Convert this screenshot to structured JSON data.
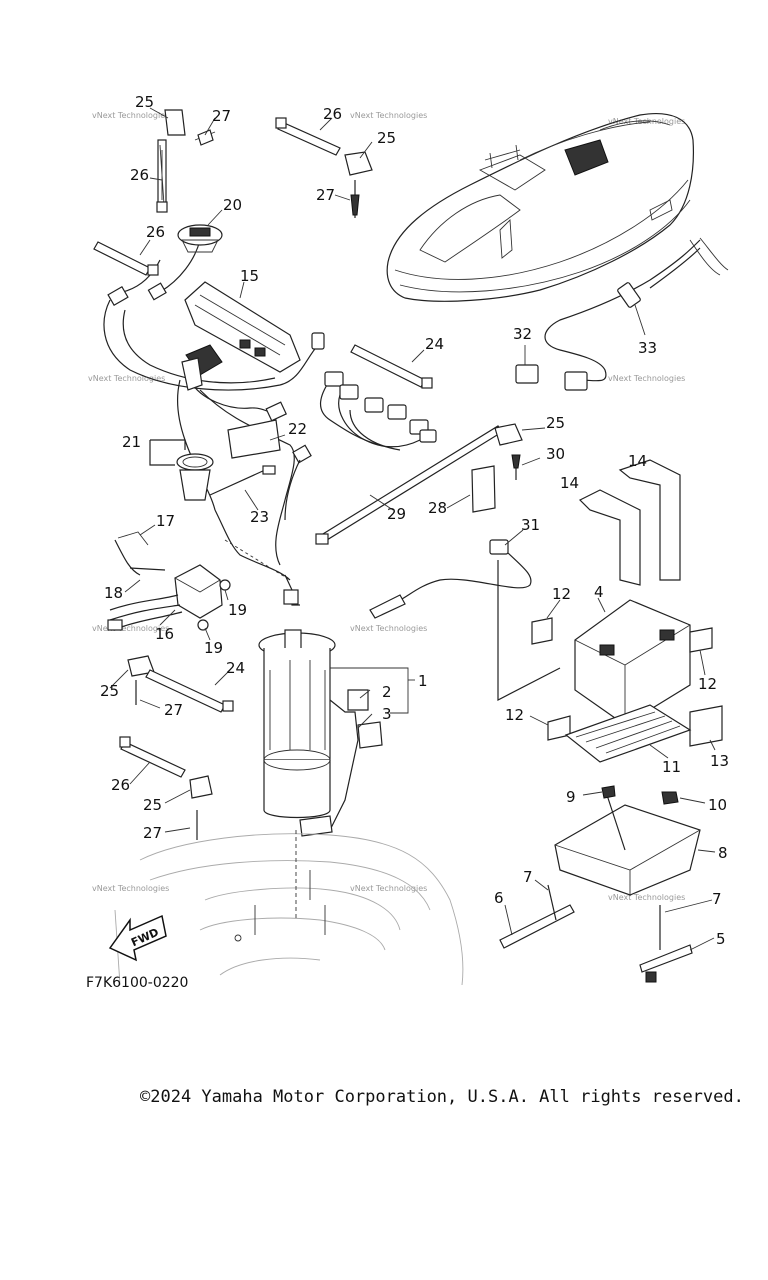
{
  "diagram": {
    "code": "F7K6100-0220",
    "fwd_label": "FWD",
    "watermark": "vNext Technologies",
    "callouts": [
      "1",
      "2",
      "3",
      "4",
      "5",
      "6",
      "7",
      "7",
      "8",
      "9",
      "10",
      "11",
      "12",
      "12",
      "12",
      "13",
      "14",
      "14",
      "15",
      "16",
      "17",
      "18",
      "19",
      "19",
      "20",
      "21",
      "22",
      "23",
      "24",
      "24",
      "25",
      "25",
      "25",
      "25",
      "25",
      "26",
      "26",
      "26",
      "26",
      "27",
      "27",
      "27",
      "27",
      "28",
      "29",
      "30",
      "31",
      "32",
      "33"
    ]
  },
  "footer": {
    "copyright": "©2024 Yamaha Motor Corporation, U.S.A. All rights reserved."
  }
}
